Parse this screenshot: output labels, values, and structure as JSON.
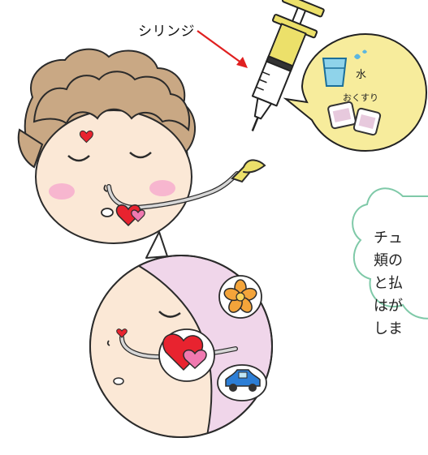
{
  "labels": {
    "syringe": "シリンジ",
    "water": "水",
    "medicine": "おくすり"
  },
  "note": {
    "lines": [
      "チュ",
      "頬の",
      "と払",
      "はが",
      "しま"
    ]
  },
  "icons": {
    "syringe": "syringe-icon",
    "water_cup": "water-cup-icon",
    "medicine_packets": "medicine-packets-icon",
    "child_face": "child-face-icon",
    "feeding_tube": "feeding-tube-icon",
    "heart_sticker": "heart-sticker-icon",
    "flower_sticker": "flower-sticker-icon",
    "car_sticker": "car-sticker-icon"
  },
  "colors": {
    "syringe_fill": "#ece06a",
    "bubble_yellow": "#f7ec9c",
    "hair": "#c9a884",
    "skin": "#fbe8d6",
    "cheek": "#f7b6cf",
    "heart_red": "#e8232f",
    "heart_pink": "#f079b0",
    "zoom_pink": "#f0d6ea",
    "note_border": "#7fc9a8",
    "arrow": "#e02020"
  }
}
